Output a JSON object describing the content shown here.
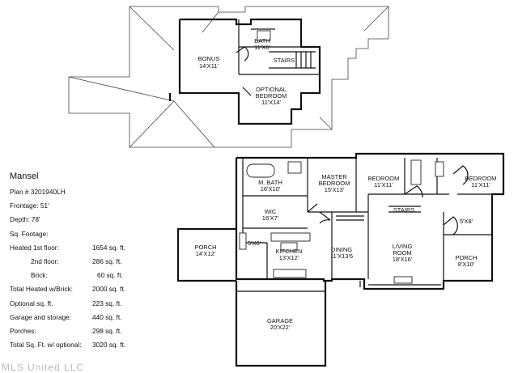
{
  "plan_name": "Mansel",
  "specs": [
    {
      "label": "Plan # 3201940LH",
      "value": ""
    },
    {
      "label": "Frontage: 51'",
      "value": ""
    },
    {
      "label": "Depth: 78'",
      "value": ""
    },
    {
      "label": "Sq. Footage:",
      "value": ""
    },
    {
      "label": "Heated 1st floor:",
      "value": "1654 sq. ft."
    },
    {
      "label": "2nd floor:",
      "value": "286 sq. ft."
    },
    {
      "label": "Brick:",
      "value": "60 sq. ft."
    },
    {
      "label": "Total Heated w/Brick:",
      "value": "2000 sq. ft."
    },
    {
      "label": "Optional sq. ft.",
      "value": "223 sq. ft."
    },
    {
      "label": "Garage and storage:",
      "value": "440 sq. ft."
    },
    {
      "label": "Porches:",
      "value": "298 sq. ft."
    },
    {
      "label": "Total Sq. Ft.  w/ optional:",
      "value": "3020 sq. ft."
    }
  ],
  "upper_rooms": [
    {
      "name": "BONUS",
      "size": "14'X11'"
    },
    {
      "name": "BATH",
      "size": "11'X6'"
    },
    {
      "name": "STAIRS",
      "size": ""
    },
    {
      "name": "OPTIONAL",
      "size": "BEDROOM"
    },
    {
      "name": "",
      "size": "11'X14'"
    }
  ],
  "main_rooms": [
    {
      "name": "M. BATH",
      "size": "16'X10'"
    },
    {
      "name": "MASTER",
      "size": "BEDROOM"
    },
    {
      "name": "",
      "size": "15'X13'"
    },
    {
      "name": "BEDROOM",
      "size": "11'X11'"
    },
    {
      "name": "BEDROOM",
      "size": "11'X11'"
    },
    {
      "name": "WIC",
      "size": "16'X7'"
    },
    {
      "name": "STAIRS",
      "size": ""
    },
    {
      "name": "5'X8'",
      "size": ""
    },
    {
      "name": "PORCH",
      "size": "14'X12'"
    },
    {
      "name": "KITCHEN",
      "size": "13'X12'"
    },
    {
      "name": "DINING",
      "size": "11'X13'6"
    },
    {
      "name": "LIVING",
      "size": "ROOM"
    },
    {
      "name": "",
      "size": "18'X16'"
    },
    {
      "name": "PORCH",
      "size": "8'X10'"
    },
    {
      "name": "GARAGE",
      "size": "20'X22'"
    },
    {
      "name": "5'X6'",
      "size": ""
    }
  ],
  "watermark": "MLS United LLC"
}
